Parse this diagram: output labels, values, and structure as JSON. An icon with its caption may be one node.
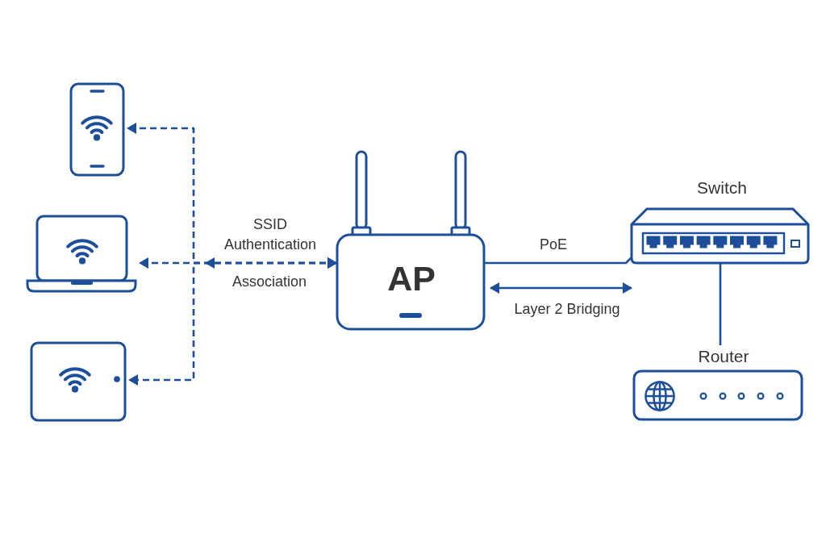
{
  "diagram": {
    "nodes": [
      {
        "text": [],
        "shape": "picture"
      },
      {
        "text": [],
        "shape": "picture"
      },
      {
        "text": [],
        "shape": "picture"
      },
      {
        "text": [
          "AP"
        ]
      },
      {
        "text": [
          "Switch"
        ]
      },
      {
        "text": [
          "Router"
        ]
      }
    ],
    "edges": [
      {
        "from": 3,
        "to": 0,
        "arrow": "both",
        "style": "dashed",
        "label": "SSID Authentication"
      },
      {
        "from": 3,
        "to": 1,
        "arrow": "both",
        "style": "dashed"
      },
      {
        "from": 3,
        "to": 2,
        "arrow": "both",
        "style": "dashed",
        "label": "Association"
      },
      {
        "from": 3,
        "to": 4,
        "arrow": "none",
        "label": "PoE"
      },
      {
        "from": 3,
        "to": 4,
        "arrow": "both",
        "label": "Layer 2 Bridging"
      },
      {
        "from": 4,
        "to": 5,
        "arrow": "none"
      }
    ]
  }
}
